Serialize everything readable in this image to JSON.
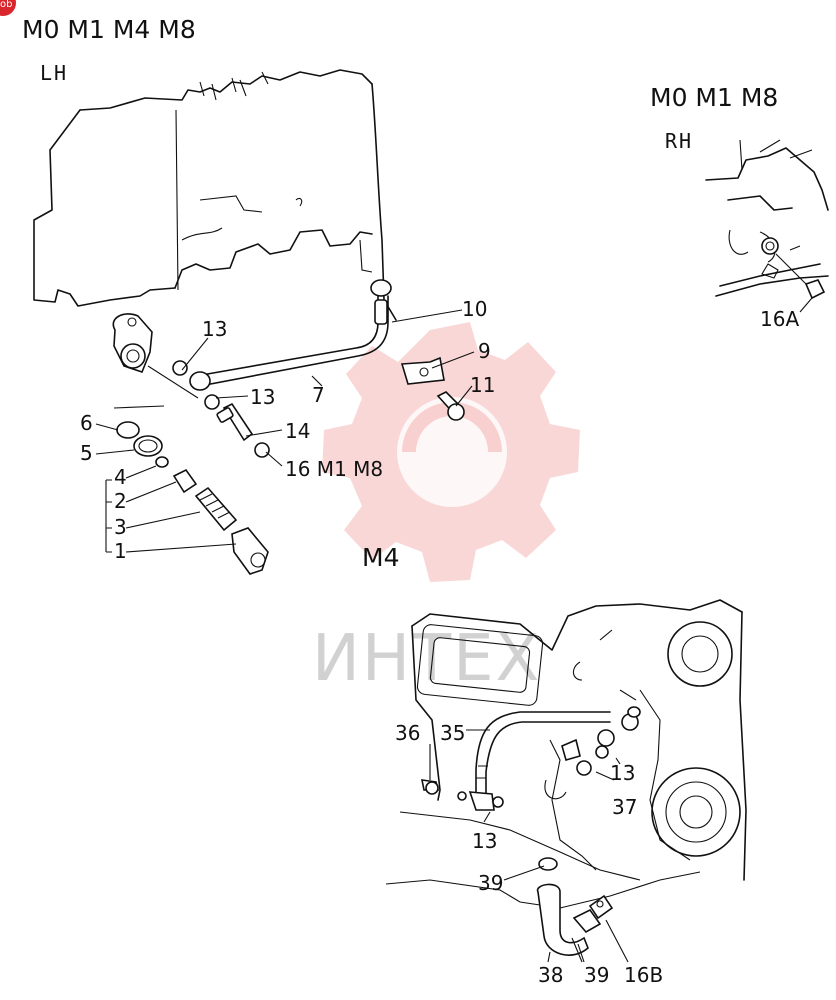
{
  "badge": "ob",
  "diagram": {
    "title_main": "M0 M1 M4 M8",
    "side_main": "LH",
    "title_rh": "M0 M1 M8",
    "side_rh": "RH",
    "title_m4": "M4",
    "watermark": "ИНТЕХ"
  },
  "callouts": {
    "c1": "1",
    "c2": "2",
    "c3": "3",
    "c4": "4",
    "c5": "5",
    "c6": "6",
    "c7": "7",
    "c9": "9",
    "c10": "10",
    "c11": "11",
    "c13a": "13",
    "c13b": "13",
    "c13c": "13",
    "c13d": "13",
    "c14": "14",
    "c16": "16 M1 M8",
    "c16a": "16A",
    "c35": "35",
    "c36": "36",
    "c37": "37",
    "c38": "38",
    "c39a": "39",
    "c39b": "39",
    "c16b": "16B"
  }
}
